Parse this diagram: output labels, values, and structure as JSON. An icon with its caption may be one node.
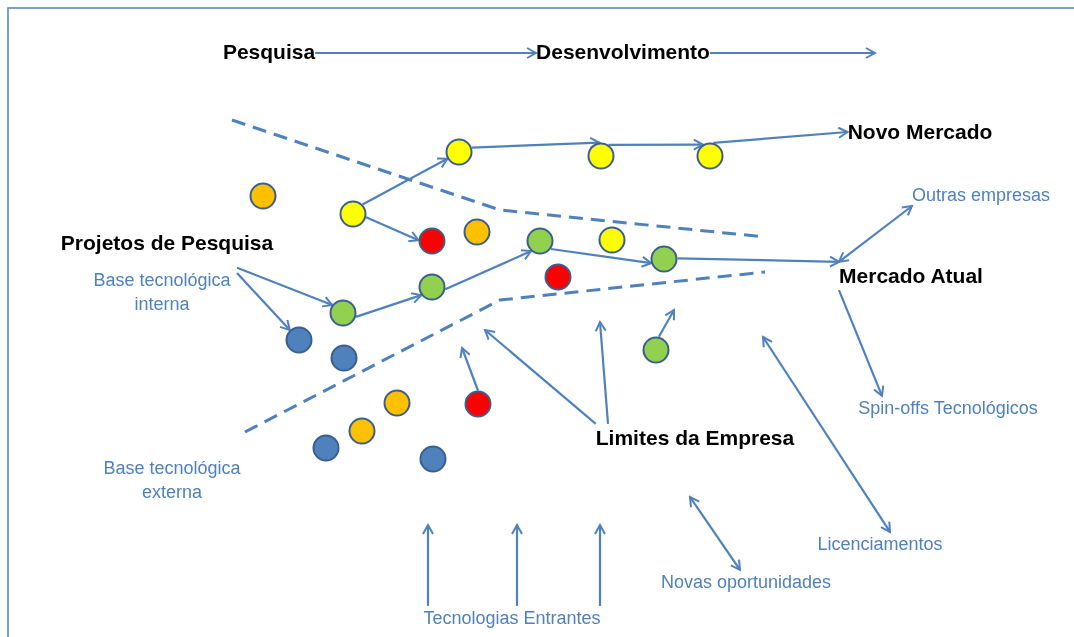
{
  "diagram": {
    "nodes": [
      {
        "text": [
          "Pesquisa"
        ]
      },
      {
        "text": [
          "Desenvolvimento"
        ]
      },
      {
        "text": [
          "Novo Mercado"
        ]
      },
      {
        "text": [],
        "shape": "circle"
      },
      {
        "text": [],
        "shape": "circle"
      },
      {
        "text": [],
        "shape": "circle"
      },
      {
        "text": [],
        "shape": "circle"
      },
      {
        "text": [
          "Outras empresas"
        ]
      },
      {
        "text": [],
        "shape": "circle"
      },
      {
        "text": [],
        "shape": "circle"
      },
      {
        "text": [],
        "shape": "circle"
      },
      {
        "text": [],
        "shape": "circle"
      },
      {
        "text": [],
        "shape": "circle"
      },
      {
        "text": [
          "Projetos de Pesquisa"
        ]
      },
      {
        "text": [],
        "shape": "circle"
      },
      {
        "text": [
          "Base tecnológica interna"
        ]
      },
      {
        "text": [
          "Mercado Atual"
        ]
      },
      {
        "text": [],
        "shape": "circle"
      },
      {
        "text": [],
        "shape": "circle"
      },
      {
        "text": [],
        "shape": "circle"
      },
      {
        "text": [],
        "shape": "circle"
      },
      {
        "text": [],
        "shape": "circle"
      },
      {
        "text": [],
        "shape": "circle"
      },
      {
        "text": [],
        "shape": "circle"
      },
      {
        "text": [],
        "shape": "circle"
      },
      {
        "text": [
          "Spin-offs Tecnológicos"
        ]
      },
      {
        "text": [],
        "shape": "circle"
      },
      {
        "text": [
          "Limites da Empresa"
        ]
      },
      {
        "text": [],
        "shape": "circle"
      },
      {
        "text": [],
        "shape": "circle"
      },
      {
        "text": [
          "Base tecnológica externa"
        ]
      },
      {
        "text": [
          "Licenciamentos"
        ]
      },
      {
        "text": [
          "Novas oportunidades"
        ]
      },
      {
        "text": [
          "Tecnologias Entrantes"
        ]
      }
    ],
    "edges": [
      {
        "from": 0,
        "to": 1,
        "arrow": "to"
      },
      {
        "from": 1,
        "to": null,
        "arrow": "to"
      },
      {
        "from": 8,
        "to": 3,
        "arrow": "to"
      },
      {
        "from": 8,
        "to": 10,
        "arrow": "to"
      },
      {
        "from": 3,
        "to": 4,
        "arrow": "to"
      },
      {
        "from": 4,
        "to": 5,
        "arrow": "to"
      },
      {
        "from": 5,
        "to": 2,
        "arrow": "to"
      },
      {
        "from": 15,
        "to": 19,
        "arrow": "to"
      },
      {
        "from": 15,
        "to": 20,
        "arrow": "to"
      },
      {
        "from": 19,
        "to": 18,
        "arrow": "to"
      },
      {
        "from": 18,
        "to": 11,
        "arrow": "to"
      },
      {
        "from": 11,
        "to": 14,
        "arrow": "to"
      },
      {
        "from": 14,
        "to": 16,
        "arrow": "to"
      },
      {
        "from": 16,
        "to": 7,
        "arrow": "both"
      },
      {
        "from": 16,
        "to": 25,
        "arrow": "to"
      },
      {
        "from": null,
        "to": 31,
        "arrow": "both"
      },
      {
        "from": 21,
        "to": null,
        "arrow": "to"
      },
      {
        "from": 24,
        "to": null,
        "arrow": "to"
      },
      {
        "from": 27,
        "to": null,
        "arrow": "to"
      },
      {
        "from": 27,
        "to": null,
        "arrow": "to"
      },
      {
        "from": null,
        "to": 32,
        "arrow": "both"
      },
      {
        "from": 33,
        "to": null,
        "arrow": "to"
      },
      {
        "from": 33,
        "to": null,
        "arrow": "to"
      },
      {
        "from": 33,
        "to": null,
        "arrow": "to"
      }
    ]
  }
}
